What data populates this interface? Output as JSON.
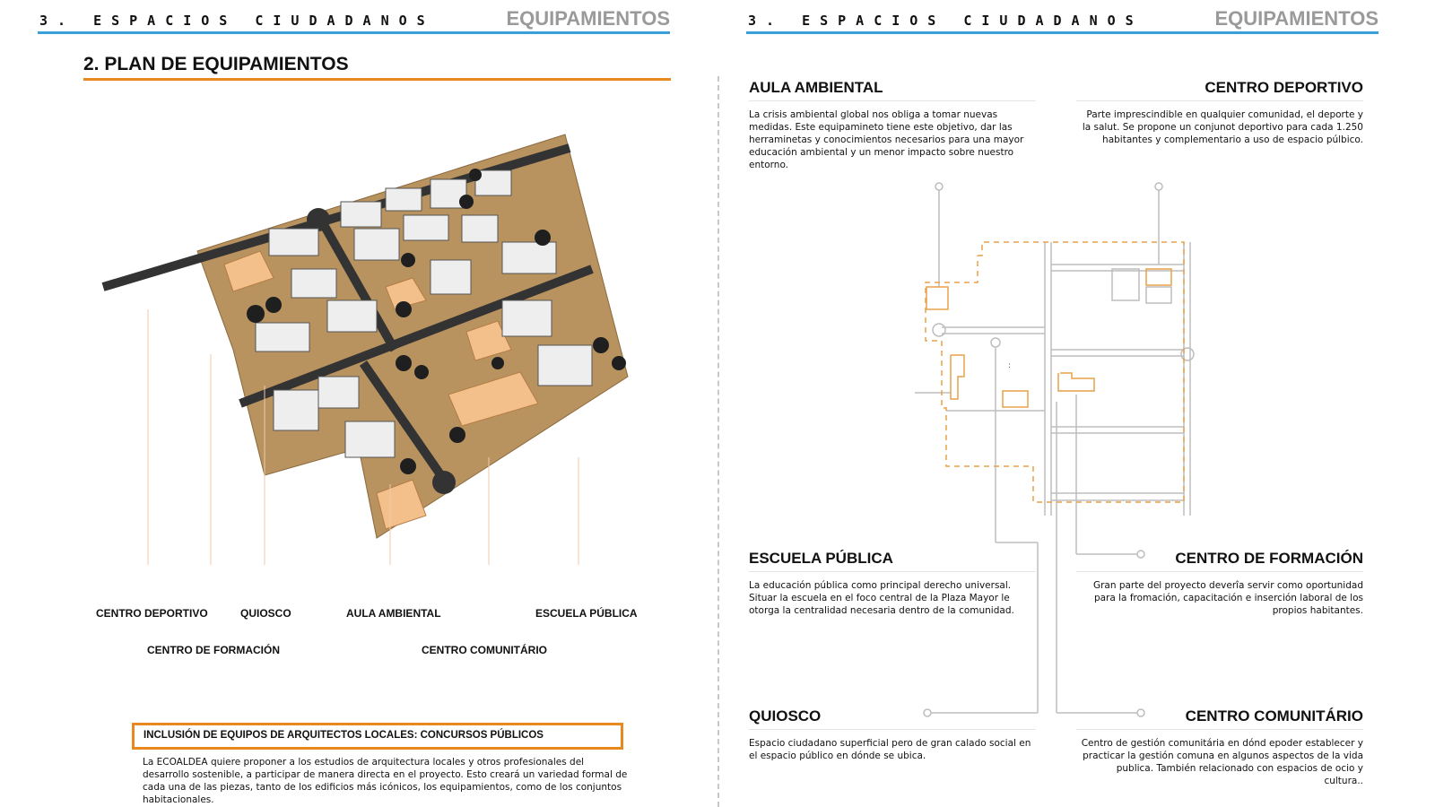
{
  "header": {
    "section": "3. ESPACIOS CIUDADANOS",
    "title": "EQUIPAMIENTOS"
  },
  "left": {
    "heading": "2. PLAN DE EQUIPAMIENTOS",
    "labels": {
      "centro_deportivo": "CENTRO DEPORTIVO",
      "quiosco": "QUIOSCO",
      "aula_ambiental": "AULA AMBIENTAL",
      "escuela_publica": "ESCUELA PÚBLICA",
      "centro_formacion": "CENTRO DE FORMACIÓN",
      "centro_comunitario": "CENTRO COMUNITÁRIO"
    },
    "callout": "INCLUSIÓN DE EQUIPOS DE ARQUITECTOS LOCALES: CONCURSOS PÚBLICOS",
    "paragraph": "La ECOALDEA quiere proponer a los estudios de arquitectura locales y otros profesionales del desarrollo sostenible, a participar de manera directa en el proyecto. Esto creará un variedad formal de cada una de las piezas, tanto de los edificios más icónicos, los equipamientos, como de los conjuntos habitacionales."
  },
  "right": {
    "aula": {
      "title": "AULA AMBIENTAL",
      "text": "La crisis ambiental global nos obliga a tomar nuevas medidas. Este equipamineto tiene este objetivo, dar las herraminetas y conocimientos necesarios para una mayor educación ambiental y un menor impacto sobre nuestro entorno."
    },
    "deportivo": {
      "title": "CENTRO DEPORTIVO",
      "text": "Parte imprescindible en qualquier comunidad, el deporte y la salut. Se propone un conjunot deportivo para cada 1.250 habitantes y complementario a uso de espacio púlbico."
    },
    "escuela": {
      "title": "ESCUELA PÚBLICA",
      "text": "La educación pública como principal derecho universal. Situar la escuela en el foco central de la Plaza Mayor le otorga la centralidad necesaria dentro de la comunidad."
    },
    "formacion": {
      "title": "CENTRO DE FORMACIÓN",
      "text": "Gran parte del proyecto deverîa servir como oportunidad para la fromación, capacitación e inserción laboral de los propios habitantes."
    },
    "quiosco": {
      "title": "QUIOSCO",
      "text": "Espacio ciudadano superficial pero de gran calado social en el espacio público en dónde se ubica."
    },
    "comunitario": {
      "title": "CENTRO COMUNITÁRIO",
      "text": "Centro de gestión comunitária en dónd epoder establecer y practicar la gestión comuna en algunos aspectos de la vida publica. También relacionado con espacios de ocio y cultura.."
    }
  },
  "colors": {
    "accent_blue": "#3a9ed8",
    "accent_orange": "#e8891f",
    "ground": "#b8925f",
    "road": "#333333"
  }
}
